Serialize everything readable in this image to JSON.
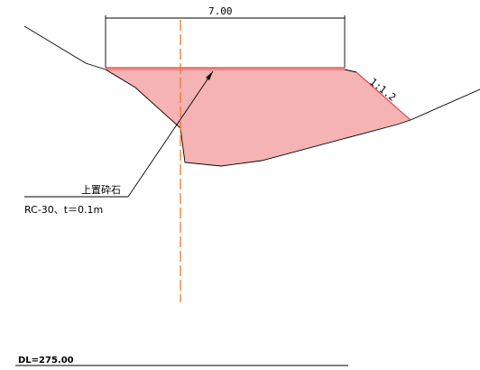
{
  "dimension": {
    "width_label": "7.00"
  },
  "slope": {
    "label": "1:1.2"
  },
  "note": {
    "line1": "上置砕石",
    "line2": "RC-30、t＝0.1m"
  },
  "datum": {
    "label": "DL=275.00"
  },
  "colors": {
    "fill": "#f5b3b3",
    "outline": "#e04848",
    "centerline": "#f07828",
    "ink": "#000000"
  }
}
